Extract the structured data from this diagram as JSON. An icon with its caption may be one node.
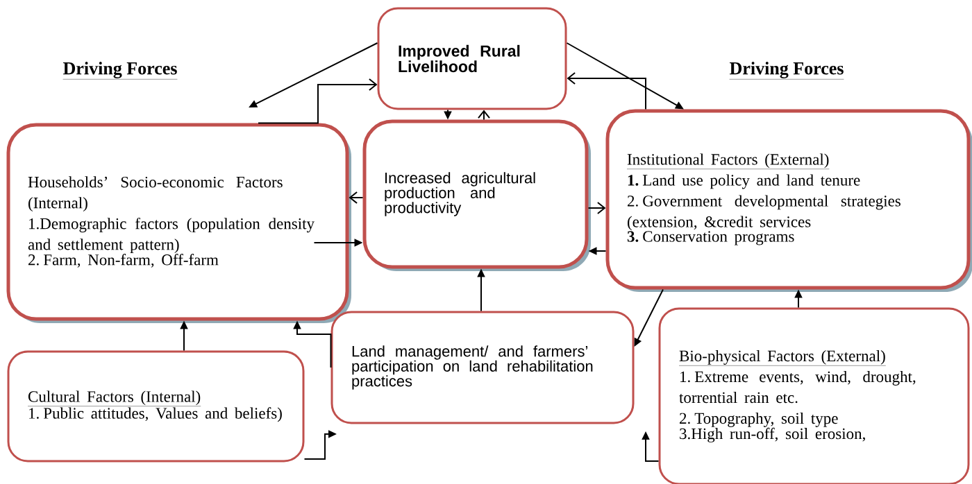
{
  "diagram": {
    "nodes": [
      {
        "text": [
          "Improved Rural Livelihood"
        ]
      },
      {
        "text": [
          "Households’ Socio-economic Factors (Internal)",
          "1.Demographic factors (population density and settlement pattern)",
          "2. Farm, Non-farm, Off-farm"
        ]
      },
      {
        "text": [
          "Increased agricultural production and productivity"
        ]
      },
      {
        "text": [
          "Institutional Factors (External)",
          "**1.** Land use policy and land tenure",
          "2. Government developmental strategies (extension, &credit services",
          "**3.** Conservation programs"
        ]
      },
      {
        "text": [
          "Land management/ and farmers’ participation on land rehabilitation practices"
        ]
      },
      {
        "text": [
          "Cultural Factors (Internal)",
          "1. Public attitudes, Values and beliefs)"
        ]
      },
      {
        "text": [
          "Bio-physical Factors (External)",
          "1. Extreme events, wind, drought, torrential rain etc.",
          "2. Topography, soil type",
          "3.High run-off, soil erosion,"
        ]
      }
    ],
    "edges": [
      {
        "from": 0,
        "to": null,
        "arrow": "to"
      },
      {
        "from": 1,
        "to": 0,
        "arrow": "to"
      },
      {
        "from": 0,
        "to": 3,
        "arrow": "to"
      },
      {
        "from": 3,
        "to": 0,
        "arrow": "to"
      },
      {
        "from": 0,
        "to": 2,
        "arrow": "to"
      },
      {
        "from": 2,
        "to": 0,
        "arrow": "to"
      },
      {
        "from": 2,
        "to": 1,
        "arrow": "to"
      },
      {
        "from": 2,
        "to": 3,
        "arrow": "to"
      },
      {
        "from": 1,
        "to": 2,
        "arrow": "to"
      },
      {
        "from": 3,
        "to": 2,
        "arrow": "to"
      },
      {
        "from": 4,
        "to": 2,
        "arrow": "to"
      },
      {
        "from": 3,
        "to": 4,
        "arrow": "to"
      },
      {
        "from": 6,
        "to": 3,
        "arrow": "to"
      },
      {
        "from": 5,
        "to": 1,
        "arrow": "to"
      },
      {
        "from": 4,
        "to": 1,
        "arrow": "to"
      },
      {
        "from": 5,
        "to": null,
        "arrow": "to"
      },
      {
        "from": 6,
        "to": null,
        "arrow": "to"
      }
    ],
    "labels": [
      "Driving Forces",
      "Driving Forces"
    ]
  }
}
